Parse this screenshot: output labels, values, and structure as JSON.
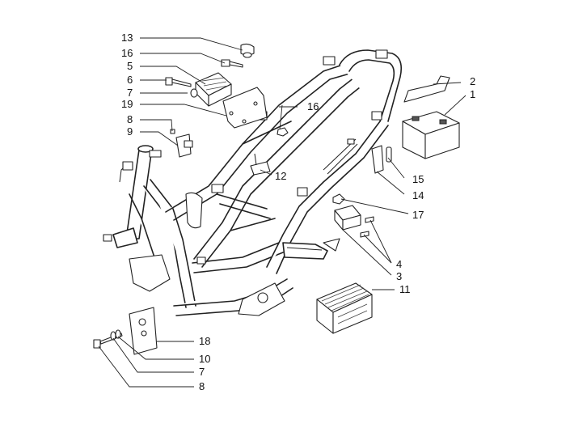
{
  "callouts": [
    {
      "id": "13",
      "label": "13"
    },
    {
      "id": "16a",
      "label": "16"
    },
    {
      "id": "5",
      "label": "5"
    },
    {
      "id": "6",
      "label": "6"
    },
    {
      "id": "7a",
      "label": "7"
    },
    {
      "id": "19",
      "label": "19"
    },
    {
      "id": "8a",
      "label": "8"
    },
    {
      "id": "9",
      "label": "9"
    },
    {
      "id": "16b",
      "label": "16"
    },
    {
      "id": "12",
      "label": "12"
    },
    {
      "id": "2",
      "label": "2"
    },
    {
      "id": "1",
      "label": "1"
    },
    {
      "id": "15",
      "label": "15"
    },
    {
      "id": "14",
      "label": "14"
    },
    {
      "id": "17",
      "label": "17"
    },
    {
      "id": "4",
      "label": "4"
    },
    {
      "id": "3",
      "label": "3"
    },
    {
      "id": "11",
      "label": "11"
    },
    {
      "id": "18",
      "label": "18"
    },
    {
      "id": "10",
      "label": "10"
    },
    {
      "id": "7b",
      "label": "7"
    },
    {
      "id": "8b",
      "label": "8"
    }
  ]
}
